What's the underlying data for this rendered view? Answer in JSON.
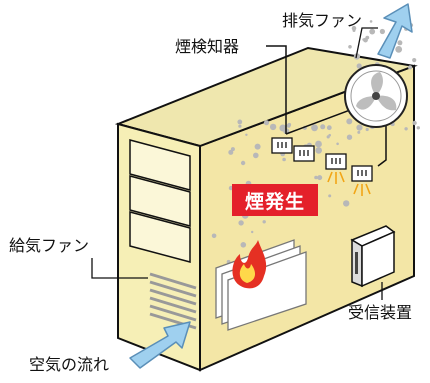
{
  "labels": {
    "smoke_detector": "煙検知器",
    "exhaust_fan": "排気ファン",
    "intake_fan": "給気ファン",
    "receiver": "受信装置",
    "airflow": "空気の流れ",
    "smoke_generated": "煙発生"
  },
  "icons": {
    "exhaust_arrow": "arrow-up-right-icon",
    "intake_arrow": "arrow-right-up-icon",
    "fan": "fan-icon",
    "flame": "flame-icon",
    "detector": "smoke-detector-icon"
  },
  "colors": {
    "cabinet_front": "#f6efb6",
    "cabinet_side": "#f3e6a6",
    "cabinet_top": "#efe7ae",
    "arrow": "#9fd0ef",
    "flame": "#e53023",
    "badge": "#e4202a"
  }
}
